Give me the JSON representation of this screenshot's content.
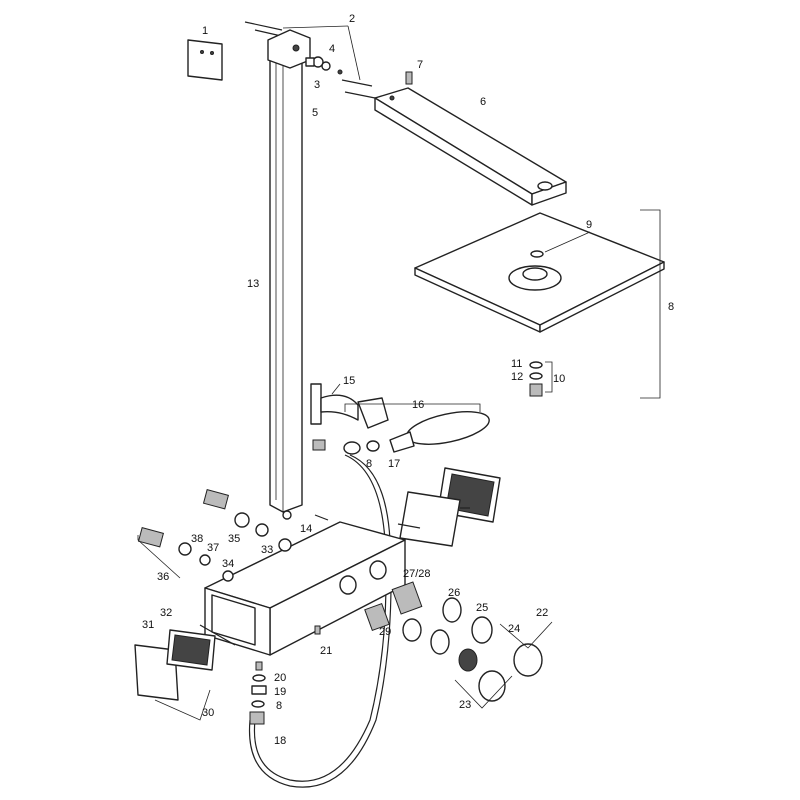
{
  "diagram": {
    "title": "Exploded parts view - shower system",
    "labels": {
      "p1": "1",
      "p2": "2",
      "p3": "3",
      "p4": "4",
      "p5": "5",
      "p6": "6",
      "p7": "7",
      "p8a": "8",
      "p9": "9",
      "p10": "10",
      "p11": "11",
      "p12": "12",
      "p13": "13",
      "p14": "14",
      "p15": "15",
      "p16": "16",
      "p8b": "8",
      "p17": "17",
      "p18": "18",
      "p19": "19",
      "p8c": "8",
      "p20": "20",
      "p21": "21",
      "p22": "22",
      "p23": "23",
      "p24": "24",
      "p25": "25",
      "p26": "26",
      "p2728": "27/28",
      "p29": "29",
      "p30": "30",
      "p31": "31",
      "p32": "32",
      "p33": "33",
      "p34": "34",
      "p35": "35",
      "p36": "36",
      "p37": "37",
      "p38": "38"
    }
  }
}
